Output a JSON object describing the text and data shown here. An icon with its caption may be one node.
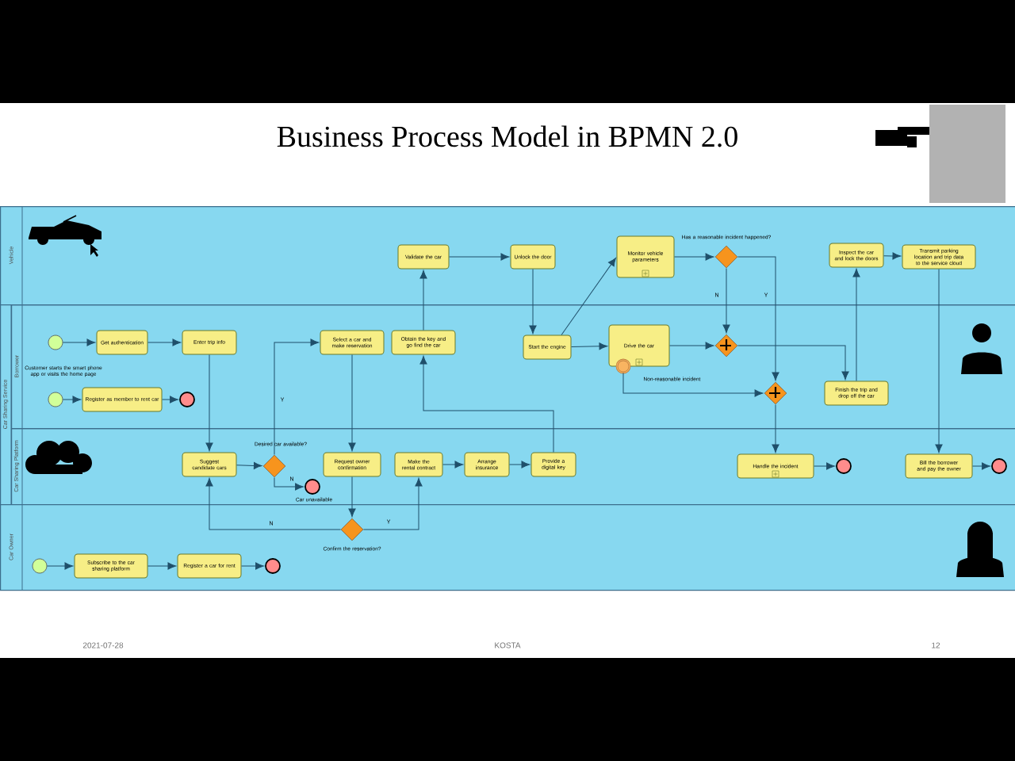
{
  "diagram": {
    "title": "Business Process Model in BPMN 2.0",
    "nodes": [
      {
        "text": [
          "Vehicle"
        ]
      },
      {
        "text": [
          "Validate the car"
        ],
        "in": 0
      },
      {
        "text": [
          "Unlock the door"
        ],
        "in": 0
      },
      {
        "text": [
          "Monitor vehicle parameters"
        ],
        "in": 0
      },
      {
        "text": [],
        "shape": "diamond",
        "beside": [
          "Has a reasonable incident happened?"
        ],
        "in": 0
      },
      {
        "text": [
          "Inspect the car and lock the doors"
        ],
        "in": 0
      },
      {
        "text": [
          "Transmit parking location and trip data to the service cloud"
        ],
        "in": 0
      },
      {
        "text": [
          "Car Sharing Service"
        ]
      },
      {
        "text": [
          "Borrower"
        ],
        "in": 7
      },
      {
        "text": [],
        "shape": "circle",
        "beside": [
          "Customer starts the smart phone app or visits the home page"
        ],
        "in": 8
      },
      {
        "text": [
          "Get authentication"
        ],
        "in": 8
      },
      {
        "text": [
          "Enter trip info"
        ],
        "in": 8
      },
      {
        "text": [
          "Select a car and make reservation"
        ],
        "in": 8
      },
      {
        "text": [
          "Obtain the key and go find the car"
        ],
        "in": 8
      },
      {
        "text": [
          "Start the engine"
        ],
        "in": 8
      },
      {
        "text": [
          "Drive the car"
        ],
        "in": 8
      },
      {
        "text": [],
        "shape": "circle",
        "beside": [
          "Non-reasonable incident"
        ],
        "in": 8
      },
      {
        "text": [],
        "shape": "diamond",
        "in": 8
      },
      {
        "text": [],
        "shape": "diamond",
        "in": 8
      },
      {
        "text": [
          "Finish the trip and drop off the car"
        ],
        "in": 8
      },
      {
        "text": [],
        "shape": "circle",
        "in": 8
      },
      {
        "text": [
          "Register as member to rent car"
        ],
        "in": 8
      },
      {
        "text": [],
        "shape": "circle",
        "in": 8
      },
      {
        "text": [
          "Car Sharing Platform"
        ],
        "in": 7
      },
      {
        "text": [
          "Suggest candidate cars"
        ],
        "in": 23
      },
      {
        "text": [],
        "shape": "diamond",
        "beside": [
          "Desired car available?"
        ],
        "in": 23
      },
      {
        "text": [],
        "shape": "circle",
        "beside": [
          "Car unavailable"
        ],
        "in": 23
      },
      {
        "text": [
          "Request owner confirmation"
        ],
        "in": 23
      },
      {
        "text": [
          "Make the rental contract"
        ],
        "in": 23
      },
      {
        "text": [
          "Arrange insurance"
        ],
        "in": 23
      },
      {
        "text": [
          "Provide a digital key"
        ],
        "in": 23
      },
      {
        "text": [
          "Handle the incident"
        ],
        "in": 23
      },
      {
        "text": [],
        "shape": "circle",
        "in": 23
      },
      {
        "text": [
          "Bill the borrower and pay the owner"
        ],
        "in": 23
      },
      {
        "text": [],
        "shape": "circle",
        "in": 23
      },
      {
        "text": [
          "Car Owner"
        ]
      },
      {
        "text": [],
        "shape": "diamond",
        "beside": [
          "Confirm the reservation?"
        ],
        "in": 35
      },
      {
        "text": [],
        "shape": "circle",
        "in": 35
      },
      {
        "text": [
          "Subscribe to the car sharing platform"
        ],
        "in": 35
      },
      {
        "text": [
          "Register a car for rent"
        ],
        "in": 35
      },
      {
        "text": [],
        "shape": "circle",
        "in": 35
      }
    ],
    "edges": [
      {
        "from": 9,
        "to": 10,
        "arrow": "to"
      },
      {
        "from": 10,
        "to": 11,
        "arrow": "to"
      },
      {
        "from": 11,
        "to": 24,
        "arrow": "to"
      },
      {
        "from": 24,
        "to": 25,
        "arrow": "to"
      },
      {
        "from": 25,
        "to": 12,
        "arrow": "to",
        "label": "Y"
      },
      {
        "from": 25,
        "to": 26,
        "arrow": "to",
        "label": "N"
      },
      {
        "from": 12,
        "to": 27,
        "arrow": "to"
      },
      {
        "from": 27,
        "to": 36,
        "arrow": "to"
      },
      {
        "from": 36,
        "to": 24,
        "arrow": "to",
        "label": "N"
      },
      {
        "from": 36,
        "to": 28,
        "arrow": "to",
        "label": "Y"
      },
      {
        "from": 28,
        "to": 29,
        "arrow": "to"
      },
      {
        "from": 29,
        "to": 30,
        "arrow": "to"
      },
      {
        "from": 30,
        "to": 13,
        "arrow": "to"
      },
      {
        "from": 13,
        "to": 1,
        "arrow": "to"
      },
      {
        "from": 1,
        "to": 2,
        "arrow": "to"
      },
      {
        "from": 2,
        "to": 14,
        "arrow": "to"
      },
      {
        "from": 14,
        "to": 15,
        "arrow": "to"
      },
      {
        "from": 14,
        "to": 3,
        "arrow": "to"
      },
      {
        "from": 3,
        "to": 4,
        "arrow": "to"
      },
      {
        "from": 4,
        "to": 17,
        "arrow": "to",
        "label": "N"
      },
      {
        "from": 4,
        "to": 18,
        "arrow": "to",
        "label": "Y"
      },
      {
        "from": 15,
        "to": 17,
        "arrow": "to"
      },
      {
        "from": 16,
        "to": 18,
        "arrow": "to"
      },
      {
        "from": 17,
        "to": 19,
        "arrow": "to"
      },
      {
        "from": 18,
        "to": 31,
        "arrow": "to"
      },
      {
        "from": 31,
        "to": 32,
        "arrow": "to"
      },
      {
        "from": 19,
        "to": 5,
        "arrow": "to"
      },
      {
        "from": 5,
        "to": 6,
        "arrow": "to"
      },
      {
        "from": 6,
        "to": 33,
        "arrow": "to"
      },
      {
        "from": 33,
        "to": 34,
        "arrow": "to"
      },
      {
        "from": 20,
        "to": 21,
        "arrow": "to"
      },
      {
        "from": 21,
        "to": 22,
        "arrow": "to"
      },
      {
        "from": 37,
        "to": 38,
        "arrow": "to"
      },
      {
        "from": 38,
        "to": 39,
        "arrow": "to"
      },
      {
        "from": 39,
        "to": 40,
        "arrow": "to"
      }
    ],
    "labels": [
      "2021-07-28",
      "KOSTA",
      "12"
    ]
  }
}
